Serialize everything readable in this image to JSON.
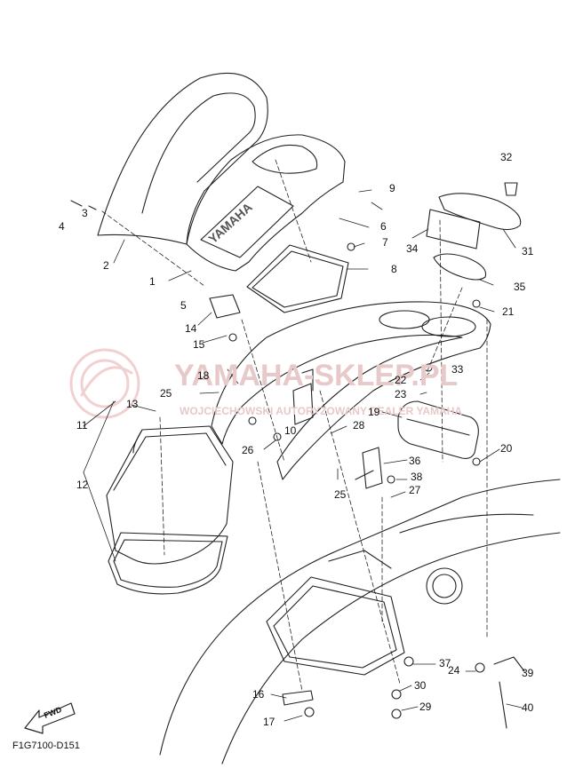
{
  "diagram": {
    "code": "F1G7100-D151",
    "fwd_label": "FWD",
    "hull_brand": "YAMAHA",
    "watermark": {
      "brand": "YAMAHA-SKLEP.PL",
      "tagline": "WOJCIECHOWSKI AUTORYZOWANY DEALER YAMAHA"
    },
    "callouts": [
      "1",
      "2",
      "3",
      "4",
      "5",
      "6",
      "7",
      "8",
      "9",
      "10",
      "11",
      "12",
      "13",
      "14",
      "15",
      "16",
      "17",
      "18",
      "19",
      "20",
      "21",
      "22",
      "23",
      "24",
      "25",
      "25",
      "26",
      "27",
      "28",
      "29",
      "30",
      "31",
      "32",
      "33",
      "34",
      "35",
      "36",
      "37",
      "38",
      "39",
      "40"
    ]
  }
}
